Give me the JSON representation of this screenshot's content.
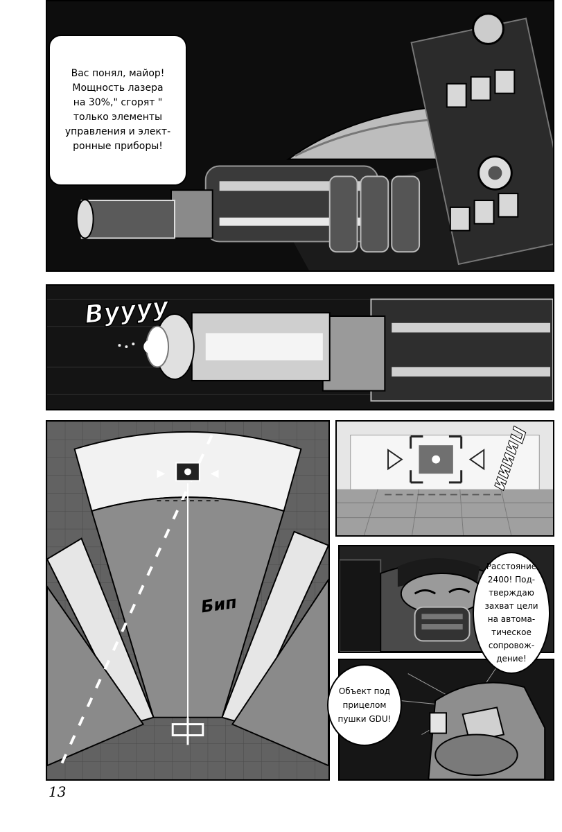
{
  "page": {
    "number": "13"
  },
  "panels": {
    "cannon_side": {
      "bubble_text": "Вас понял, майор!\nМощность лазера\nна 30%,\" сгорят \"\nтолько элементы\nуправления и элект-\nронные приборы!"
    },
    "laser_fire": {
      "sfx_text": "Вуууу"
    },
    "targeting_hud": {
      "sfx_text": "Бип"
    },
    "lock_screen": {
      "sfx_text": "Пииии"
    },
    "pilot": {
      "bubble_text": "Расстояние\n2400! Под-\nтверждаю\nзахват цели\nна автома-\nтическое\nсопровож-\nдение!"
    },
    "trigger": {
      "bubble_text": "Объект под\nприцелом\nпушки GDU!"
    }
  }
}
